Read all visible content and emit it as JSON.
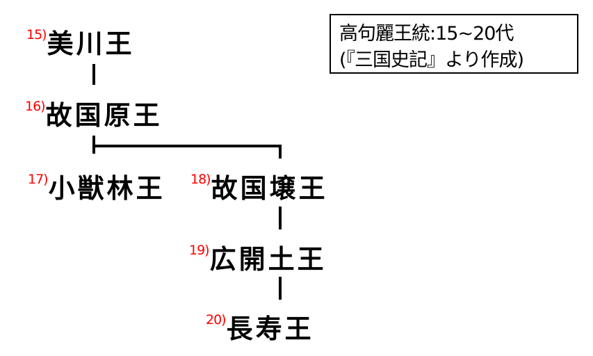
{
  "title_box": {
    "line1": "高句麗王統:15~20代",
    "line2": "(『三国史記』より作成)"
  },
  "nodes": [
    {
      "num": "15)",
      "name": "美川王"
    },
    {
      "num": "16)",
      "name": "故国原王"
    },
    {
      "num": "17)",
      "name": "小獣林王"
    },
    {
      "num": "18)",
      "name": "故国壌王"
    },
    {
      "num": "19)",
      "name": "広開土王"
    },
    {
      "num": "20)",
      "name": "長寿王"
    }
  ],
  "colors": {
    "number": "#ff0000",
    "name": "#000000",
    "line": "#000000"
  }
}
